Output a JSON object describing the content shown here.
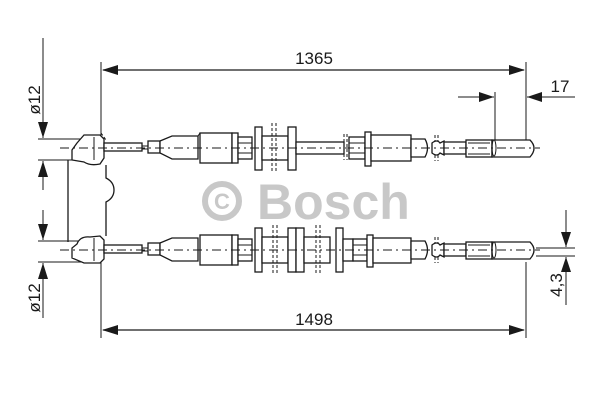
{
  "drawing": {
    "type": "technical-drawing",
    "subject": "parking brake cable assembly (two cables)",
    "colors": {
      "line": "#1a1a1a",
      "watermark": "#c8c8c8",
      "background": "#ffffff"
    }
  },
  "watermark": {
    "symbol": "©",
    "text": "Bosch"
  },
  "dimensions": {
    "upper_length": "1365",
    "lower_length": "1498",
    "upper_diameter": "ø12",
    "lower_diameter": "ø12",
    "end_fitting_length": "17",
    "end_wire_diameter": "4,3"
  },
  "cables": [
    {
      "name": "upper-cable",
      "length_label": "1365"
    },
    {
      "name": "lower-cable",
      "length_label": "1498"
    }
  ]
}
